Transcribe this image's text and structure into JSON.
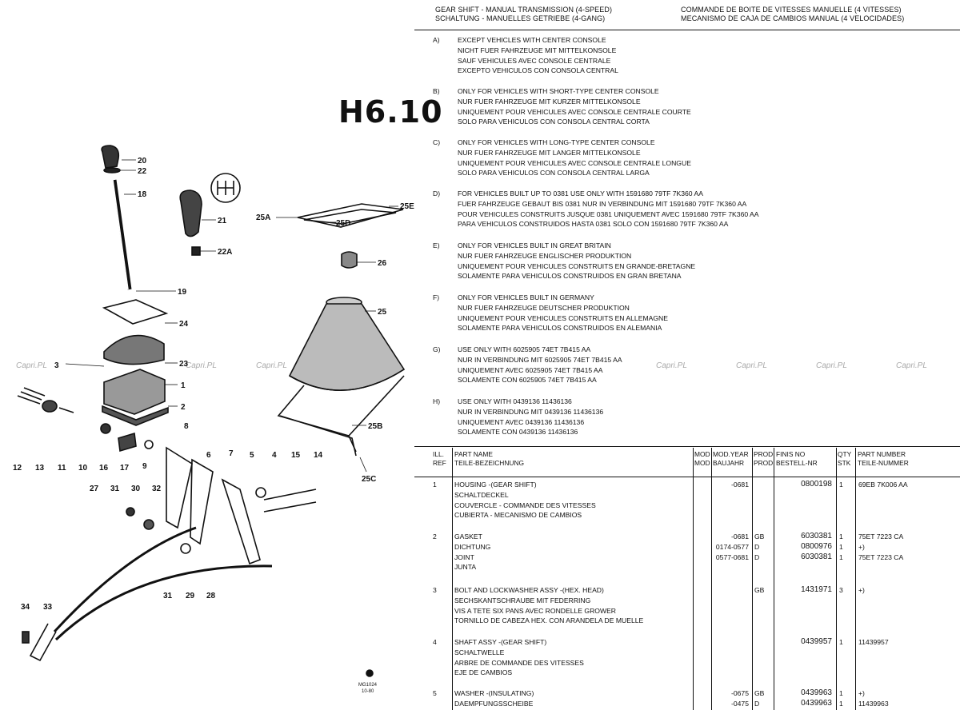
{
  "header": {
    "line1_left": "GEAR SHIFT - MANUAL TRANSMISSION (4-SPEED)",
    "line2_left": "SCHALTUNG - MANUELLES GETRIEBE (4-GANG)",
    "line1_right": "COMMANDE DE BOITE DE VITESSES MANUELLE (4 VITESSES)",
    "line2_right": "MECANISMO DE CAJA DE CAMBIOS MANUAL (4 VELOCIDADES)",
    "page_code": "H6.10"
  },
  "notes": [
    {
      "letter": "A)",
      "lines": [
        "EXCEPT VEHICLES WITH CENTER CONSOLE",
        "NICHT FUER FAHRZEUGE MIT MITTELKONSOLE",
        "SAUF VEHICULES AVEC CONSOLE CENTRALE",
        "EXCEPTO VEHICULOS CON CONSOLA CENTRAL"
      ]
    },
    {
      "letter": "B)",
      "lines": [
        "ONLY FOR VEHICLES WITH SHORT-TYPE CENTER CONSOLE",
        "NUR FUER FAHRZEUGE MIT KURZER MITTELKONSOLE",
        "UNIQUEMENT POUR VEHICULES AVEC CONSOLE CENTRALE COURTE",
        "SOLO PARA VEHICULOS CON CONSOLA CENTRAL CORTA"
      ]
    },
    {
      "letter": "C)",
      "lines": [
        "ONLY FOR VEHICLES WITH LONG-TYPE CENTER CONSOLE",
        "NUR FUER FAHRZEUGE MIT LANGER MITTELKONSOLE",
        "UNIQUEMENT POUR VEHICULES AVEC CONSOLE CENTRALE LONGUE",
        "SOLO PARA VEHICULOS CON CONSOLA CENTRAL LARGA"
      ]
    },
    {
      "letter": "D)",
      "lines": [
        "FOR VEHICLES BUILT UP TO 0381 USE ONLY WITH 1591680 79TF 7K360 AA",
        "FUER FAHRZEUGE GEBAUT BIS 0381 NUR IN VERBINDUNG MIT 1591680 79TF 7K360 AA",
        "POUR VEHICULES CONSTRUITS JUSQUE 0381 UNIQUEMENT AVEC 1591680 79TF 7K360 AA",
        "PARA VEHICULOS CONSTRUIDOS HASTA 0381 SOLO CON 1591680 79TF 7K360 AA"
      ]
    },
    {
      "letter": "E)",
      "lines": [
        "ONLY FOR VEHICLES BUILT IN GREAT BRITAIN",
        "NUR FUER FAHRZEUGE ENGLISCHER PRODUKTION",
        "UNIQUEMENT POUR VEHICULES CONSTRUITS EN GRANDE-BRETAGNE",
        "SOLAMENTE PARA VEHICULOS CONSTRUIDOS EN GRAN BRETANA"
      ]
    },
    {
      "letter": "F)",
      "lines": [
        "ONLY FOR VEHICLES BUILT IN GERMANY",
        "NUR FUER FAHRZEUGE DEUTSCHER PRODUKTION",
        "UNIQUEMENT POUR VEHICULES CONSTRUITS EN ALLEMAGNE",
        "SOLAMENTE PARA VEHICULOS CONSTRUIDOS EN ALEMANIA"
      ]
    },
    {
      "letter": "G)",
      "lines": [
        "USE ONLY WITH 6025905 74ET 7B415 AA",
        "NUR IN VERBINDUNG MIT 6025905 74ET 7B415 AA",
        "UNIQUEMENT AVEC 6025905 74ET 7B415 AA",
        "SOLAMENTE CON 6025905 74ET 7B415 AA"
      ]
    },
    {
      "letter": "H)",
      "lines": [
        "USE ONLY WITH 0439136 11436136",
        "NUR IN VERBINDUNG MIT 0439136 11436136",
        "UNIQUEMENT AVEC 0439136 11436136",
        "SOLAMENTE CON 0439136 11436136"
      ]
    }
  ],
  "table": {
    "headers": {
      "ref": [
        "ILL.",
        "REF"
      ],
      "name": [
        "PART NAME",
        "TEILE-BEZEICHNUNG"
      ],
      "mod": [
        "MOD",
        "MOD"
      ],
      "modyear": [
        "MOD.YEAR",
        "BAUJAHR"
      ],
      "prod": [
        "PROD",
        "PROD"
      ],
      "finis": [
        "FINIS NO",
        "BESTELL-NR"
      ],
      "qty": [
        "QTY",
        "STK"
      ],
      "partno": [
        "PART NUMBER",
        "TEILE-NUMMER"
      ]
    },
    "rows": [
      {
        "ref": "1",
        "name": [
          "HOUSING -(GEAR SHIFT)",
          "SCHALTDECKEL",
          "COUVERCLE - COMMANDE DES VITESSES",
          "CUBIERTA - MECANISMO DE CAMBIOS"
        ],
        "modyear": [
          "-0681"
        ],
        "prod": [
          ""
        ],
        "finis": [
          "0800198"
        ],
        "qty": [
          "1"
        ],
        "partno": [
          "69EB 7K006 AA"
        ]
      },
      {
        "ref": "2",
        "name": [
          "GASKET",
          "DICHTUNG",
          "JOINT",
          "JUNTA"
        ],
        "modyear": [
          "-0681",
          "0174-0577",
          "0577-0681"
        ],
        "prod": [
          "GB",
          "D",
          "D"
        ],
        "finis": [
          "6030381",
          "0800976",
          "6030381"
        ],
        "qty": [
          "1",
          "1",
          "1"
        ],
        "partno": [
          "75ET 7223 CA",
          "+)",
          "75ET 7223 CA"
        ]
      },
      {
        "ref": "3",
        "name": [
          "BOLT AND LOCKWASHER ASSY -(HEX. HEAD)",
          "SECHSKANTSCHRAUBE MIT FEDERRING",
          "VIS A TETE SIX PANS AVEC RONDELLE GROWER",
          "TORNILLO DE CABEZA HEX. CON ARANDELA DE MUELLE"
        ],
        "modyear": [
          ""
        ],
        "prod": [
          "GB"
        ],
        "finis": [
          "1431971"
        ],
        "qty": [
          "3"
        ],
        "partno": [
          "+)"
        ]
      },
      {
        "ref": "4",
        "name": [
          "SHAFT ASSY -(GEAR SHIFT)",
          "SCHALTWELLE",
          "ARBRE DE COMMANDE DES VITESSES",
          "EJE DE CAMBIOS"
        ],
        "modyear": [
          ""
        ],
        "prod": [
          ""
        ],
        "finis": [
          "0439957"
        ],
        "qty": [
          "1"
        ],
        "partno": [
          "11439957"
        ]
      },
      {
        "ref": "5",
        "name": [
          "WASHER -(INSULATING)",
          "DAEMPFUNGSSCHEIBE"
        ],
        "modyear": [
          "-0675",
          "-0475"
        ],
        "prod": [
          "GB",
          "D"
        ],
        "finis": [
          "0439963",
          "0439963"
        ],
        "qty": [
          "1",
          "1"
        ],
        "partno": [
          "+)",
          "11439963"
        ]
      }
    ]
  },
  "diagram": {
    "callouts": [
      "20",
      "22",
      "18",
      "21",
      "22A",
      "25A",
      "25D",
      "25E",
      "26",
      "19",
      "24",
      "25",
      "3",
      "23",
      "1",
      "2",
      "8",
      "12",
      "13",
      "11",
      "10",
      "16",
      "17",
      "9",
      "6",
      "7",
      "5",
      "4",
      "15",
      "14",
      "25B",
      "25C",
      "27",
      "31",
      "30",
      "32",
      "31",
      "29",
      "28",
      "34",
      "33"
    ],
    "footer_code": [
      "MG1024",
      "10-80"
    ]
  },
  "watermark": "Capri.PL"
}
